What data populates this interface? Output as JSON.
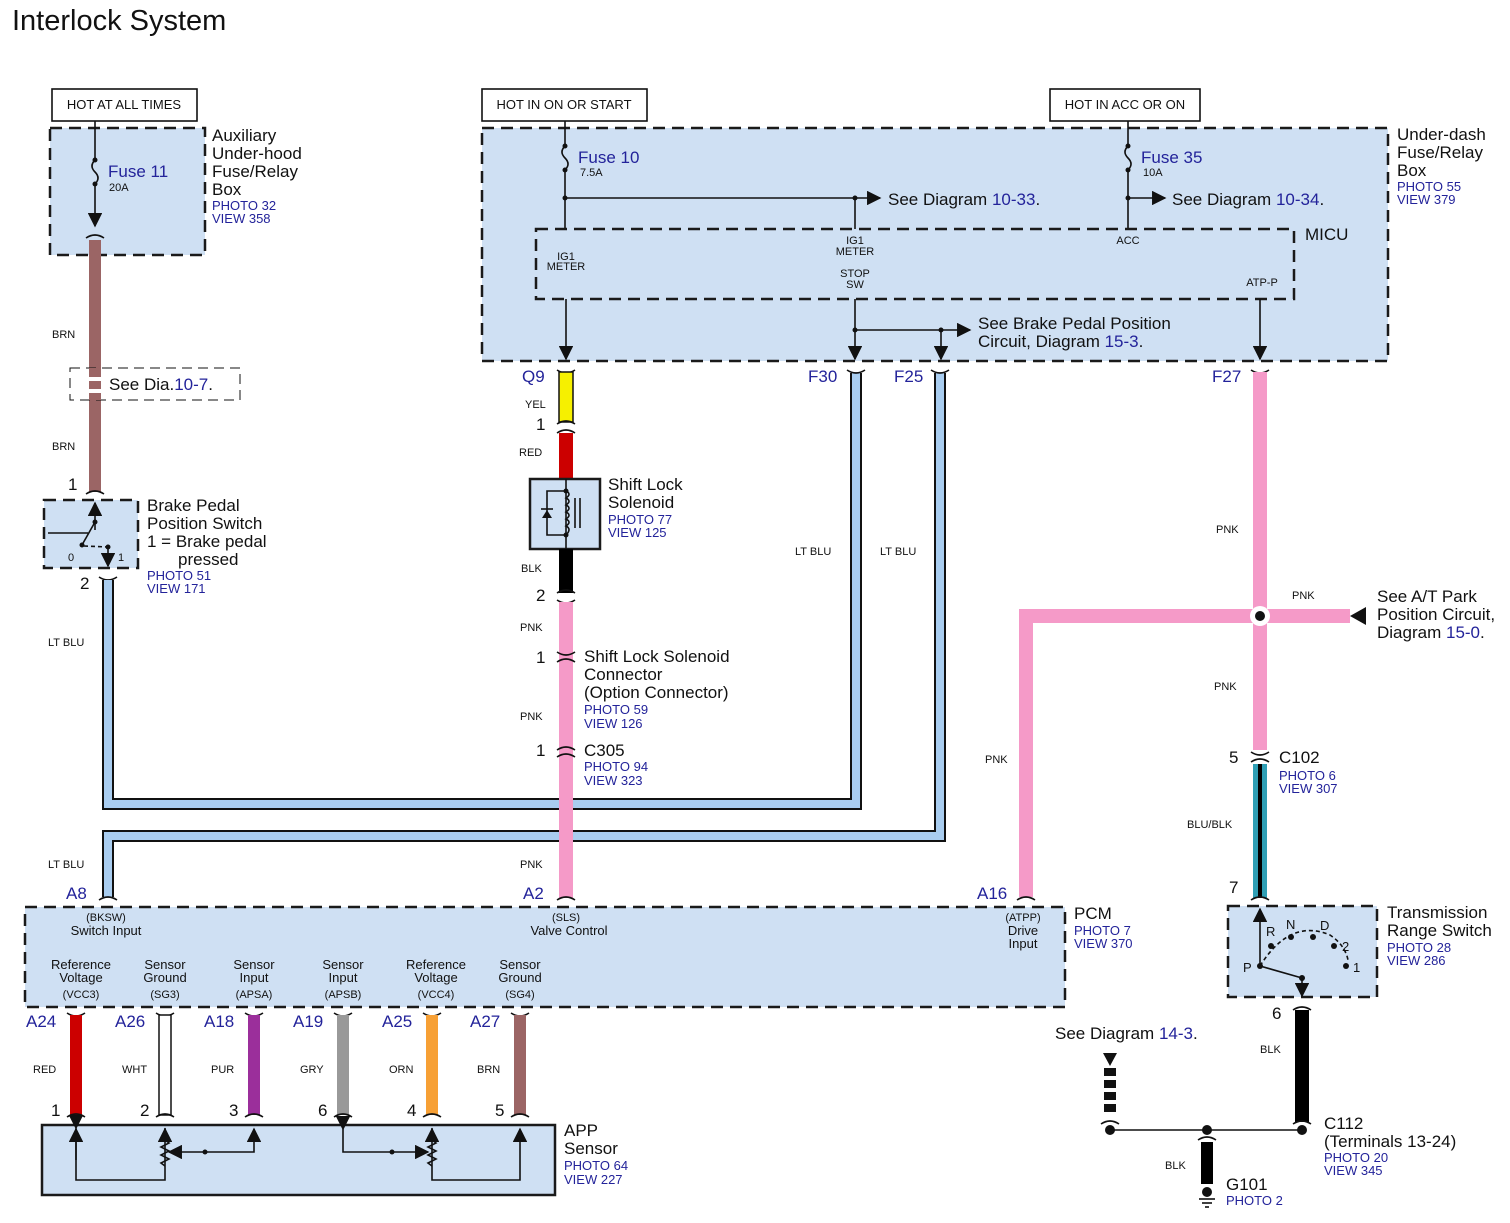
{
  "title": "Interlock System",
  "colors": {
    "link": "#23239a",
    "component_fill": "#cfe0f3",
    "wire_BRN": "#9b6565",
    "wire_LTBLU": "#a9cdf0",
    "wire_YEL": "#f6f000",
    "wire_RED": "#cc0000",
    "wire_BLK": "#000000",
    "wire_PNK": "#f59ac8",
    "wire_WHT": "#ffffff",
    "wire_PUR": "#9b2f9b",
    "wire_GRY": "#999999",
    "wire_ORN": "#f7a035",
    "wire_BLUBLK": "#2f9fb5"
  },
  "power_labels": {
    "always": "HOT AT ALL TIMES",
    "on_start": "HOT IN ON OR START",
    "acc_on": "HOT IN ACC OR ON"
  },
  "aux_box": {
    "name_lines": [
      "Auxiliary",
      "Under-hood",
      "Fuse/Relay",
      "Box"
    ],
    "photo": "PHOTO 32",
    "view": "VIEW 358",
    "fuse": "Fuse 11",
    "rating": "20A"
  },
  "underdash_box": {
    "name_lines": [
      "Under-dash",
      "Fuse/Relay",
      "Box"
    ],
    "photo": "PHOTO 55",
    "view": "VIEW 379",
    "fuse10": "Fuse 10",
    "fuse10_rating": "7.5A",
    "fuse35": "Fuse 35",
    "fuse35_rating": "10A",
    "see1_text": "See Diagram",
    "see1_ref": "10-33",
    "see2_text": "See Diagram",
    "see2_ref": "10-34",
    "micu": "MICU",
    "micu_pins": {
      "ig1_left": [
        "IG1",
        "METER"
      ],
      "ig1_mid": [
        "IG1",
        "METER"
      ],
      "stop": [
        "STOP",
        "SW"
      ],
      "acc": "ACC",
      "atp": "ATP-P"
    },
    "brake_see_line1": "See Brake Pedal Position",
    "brake_see_line2": "Circuit, Diagram",
    "brake_see_ref": "15-3",
    "terminals": {
      "q9": "Q9",
      "f30": "F30",
      "f25": "F25",
      "f27": "F27"
    }
  },
  "see_dia_107": {
    "text": "See Dia.",
    "ref": "10-7"
  },
  "brake_switch": {
    "name_lines": [
      "Brake Pedal",
      "Position Switch",
      "1 = Brake pedal",
      "pressed"
    ],
    "photo": "PHOTO 51",
    "view": "VIEW 171",
    "pin_top": "1",
    "pin_bottom": "2",
    "pos0": "0",
    "pos1": "1"
  },
  "shift_lock_solenoid": {
    "name_lines": [
      "Shift Lock",
      "Solenoid"
    ],
    "photo": "PHOTO 77",
    "view": "VIEW 125",
    "pin_top": "1",
    "pin_bottom": "2"
  },
  "option_connector": {
    "name_lines": [
      "Shift Lock Solenoid",
      "Connector",
      "(Option Connector)"
    ],
    "photo": "PHOTO 59",
    "view": "VIEW 126",
    "pin": "1"
  },
  "c305": {
    "name": "C305",
    "photo": "PHOTO 94",
    "view": "VIEW 323",
    "pin": "1"
  },
  "wire_labels": {
    "brn_top": "BRN",
    "brn_mid": "BRN",
    "ltblu_left": "LT BLU",
    "ltblu_f30": "LT BLU",
    "ltblu_f25": "LT BLU",
    "ltblu_a8": "LT BLU",
    "yel": "YEL",
    "red": "RED",
    "blk_sol": "BLK",
    "pnk_1": "PNK",
    "pnk_2": "PNK",
    "pnk_a2": "PNK",
    "pnk_f27": "PNK",
    "pnk_branch": "PNK",
    "pnk_lower": "PNK",
    "pnk_a16": "PNK",
    "blublk": "BLU/BLK",
    "blk_trs": "BLK",
    "blk_g101": "BLK"
  },
  "park_ref": {
    "lines": [
      "See A/T Park",
      "Position Circuit,"
    ],
    "line3": "Diagram",
    "ref": "15-0"
  },
  "c102": {
    "name": "C102",
    "photo": "PHOTO 6",
    "view": "VIEW 307",
    "pin_top": "5",
    "pin_bottom": "7"
  },
  "pcm": {
    "name": "PCM",
    "photo": "PHOTO 7",
    "view": "VIEW 370",
    "top_pins": [
      {
        "id": "A8",
        "code": "(BKSW)",
        "label": "Switch Input"
      },
      {
        "id": "A2",
        "code": "(SLS)",
        "label": "Valve Control"
      },
      {
        "id": "A16",
        "code": "(ATPP)",
        "label": "Drive",
        "label2": "Input"
      }
    ],
    "bottom_pins": [
      {
        "id": "A24",
        "l1": "Reference",
        "l2": "Voltage",
        "code": "(VCC3)",
        "wire": "RED",
        "sensor_pin": "1"
      },
      {
        "id": "A26",
        "l1": "Sensor",
        "l2": "Ground",
        "code": "(SG3)",
        "wire": "WHT",
        "sensor_pin": "2"
      },
      {
        "id": "A18",
        "l1": "Sensor",
        "l2": "Input",
        "code": "(APSA)",
        "wire": "PUR",
        "sensor_pin": "3"
      },
      {
        "id": "A19",
        "l1": "Sensor",
        "l2": "Input",
        "code": "(APSB)",
        "wire": "GRY",
        "sensor_pin": "6"
      },
      {
        "id": "A25",
        "l1": "Reference",
        "l2": "Voltage",
        "code": "(VCC4)",
        "wire": "ORN",
        "sensor_pin": "4"
      },
      {
        "id": "A27",
        "l1": "Sensor",
        "l2": "Ground",
        "code": "(SG4)",
        "wire": "BRN",
        "sensor_pin": "5"
      }
    ]
  },
  "app_sensor": {
    "name_lines": [
      "APP",
      "Sensor"
    ],
    "photo": "PHOTO 64",
    "view": "VIEW 227"
  },
  "trs": {
    "name_lines": [
      "Transmission",
      "Range Switch"
    ],
    "photo": "PHOTO 28",
    "view": "VIEW 286",
    "positions": [
      "P",
      "R",
      "N",
      "D",
      "2",
      "1"
    ],
    "pin_top": "7",
    "pin_bottom": "6"
  },
  "ground_ref": {
    "text": "See Diagram",
    "ref": "14-3"
  },
  "c112": {
    "name": "C112",
    "detail": "(Terminals 13-24)",
    "photo": "PHOTO 20",
    "view": "VIEW 345"
  },
  "g101": {
    "name": "G101",
    "photo": "PHOTO 2"
  }
}
